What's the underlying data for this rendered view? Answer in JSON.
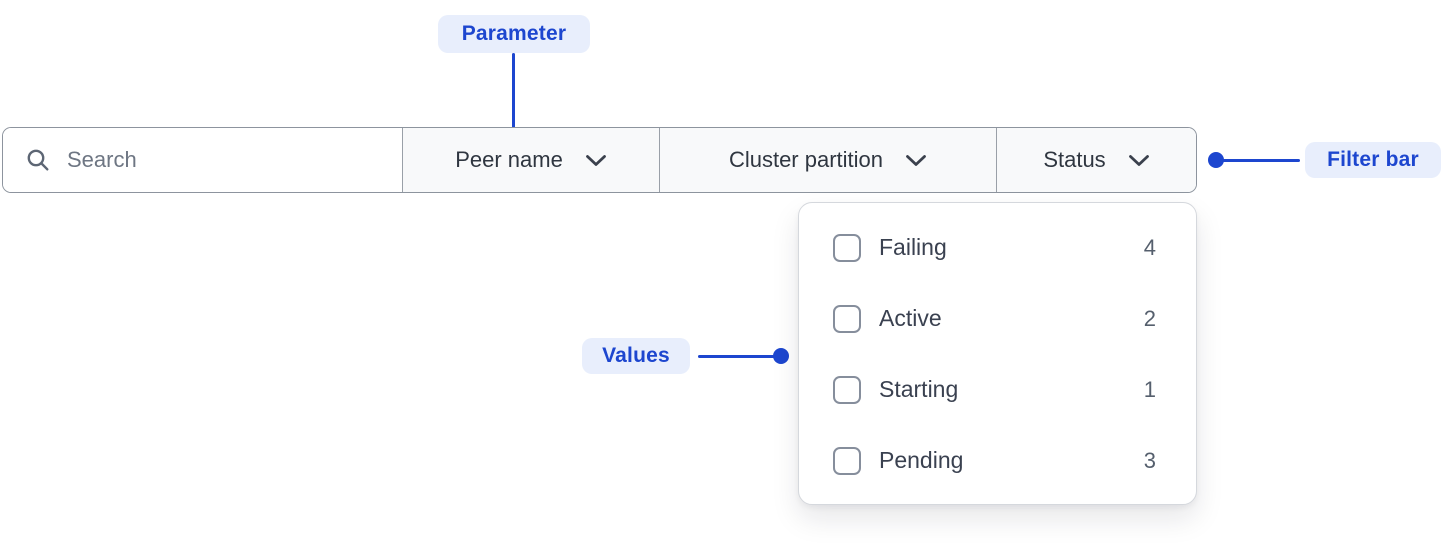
{
  "annotations": {
    "parameter": {
      "label": "Parameter"
    },
    "filter_bar": {
      "label": "Filter bar"
    },
    "values": {
      "label": "Values"
    }
  },
  "filter_bar": {
    "search": {
      "placeholder": "Search",
      "value": ""
    },
    "dropdowns": [
      {
        "label": "Peer name"
      },
      {
        "label": "Cluster partition"
      },
      {
        "label": "Status"
      }
    ]
  },
  "status_dropdown": {
    "items": [
      {
        "label": "Failing",
        "count": "4",
        "checked": false
      },
      {
        "label": "Active",
        "count": "2",
        "checked": false
      },
      {
        "label": "Starting",
        "count": "1",
        "checked": false
      },
      {
        "label": "Pending",
        "count": "3",
        "checked": false
      }
    ]
  },
  "colors": {
    "annotation_accent": "#1d46cf",
    "annotation_badge_bg": "#e8eefc",
    "filterbar_border": "#8d949e",
    "dropdown_section_bg": "#f8f9fa",
    "panel_border": "#d5d8dd",
    "text_dark": "#2f3640",
    "text_muted": "#6e7683"
  }
}
